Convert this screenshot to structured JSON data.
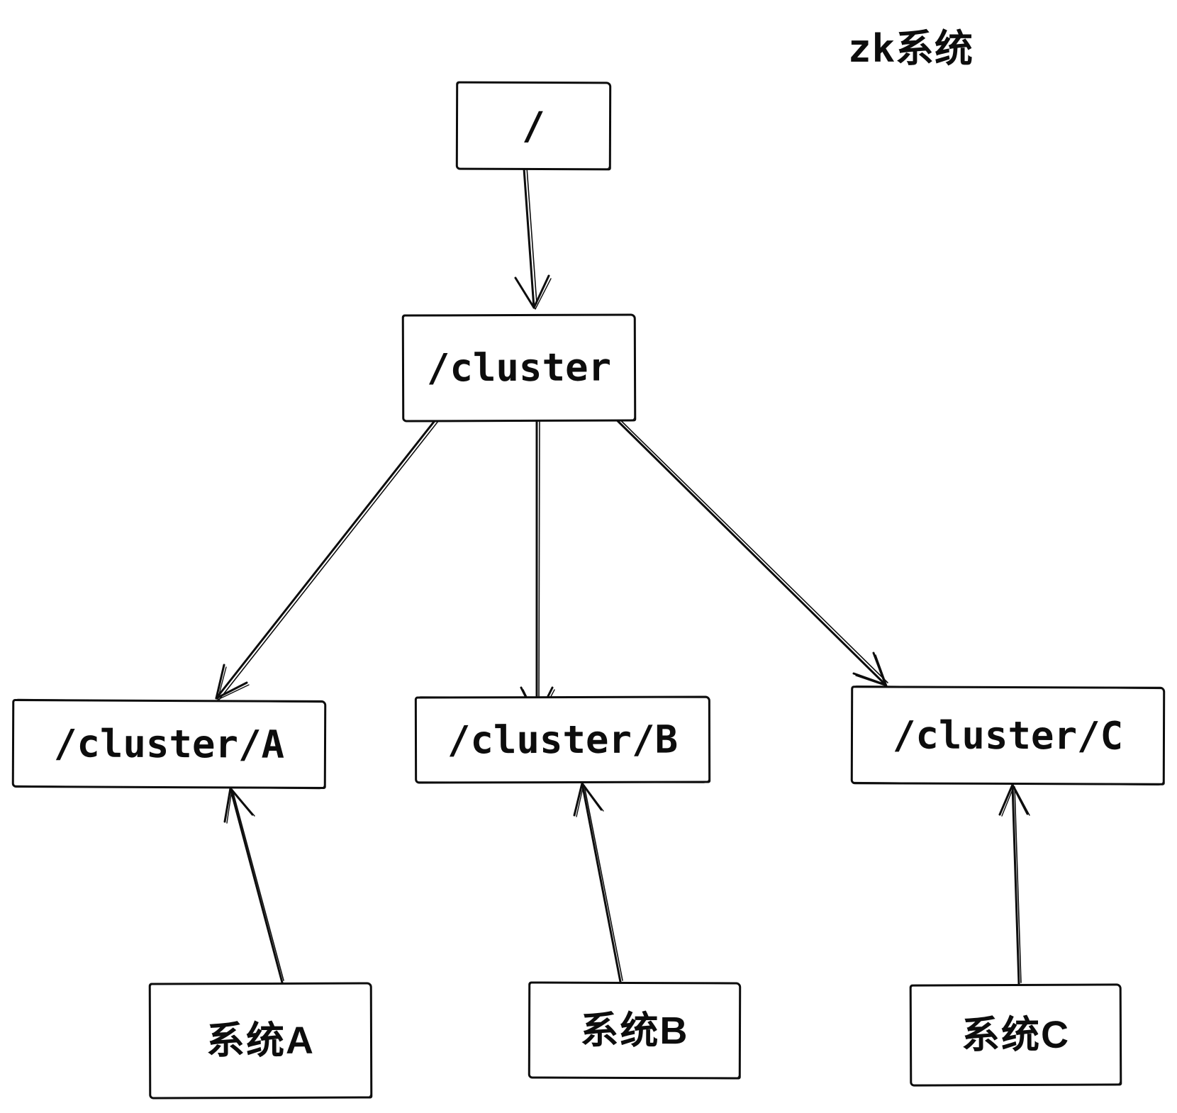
{
  "title": "zk系统",
  "diagram": {
    "colors": {
      "ink": "#0d0d0d",
      "background": "#ffffff"
    },
    "nodes": [
      {
        "id": "root",
        "label": "/"
      },
      {
        "id": "cluster",
        "label": "/cluster"
      },
      {
        "id": "cluster-a",
        "label": "/cluster/A"
      },
      {
        "id": "cluster-b",
        "label": "/cluster/B"
      },
      {
        "id": "cluster-c",
        "label": "/cluster/C"
      },
      {
        "id": "system-a",
        "label": "系统A"
      },
      {
        "id": "system-b",
        "label": "系统B"
      },
      {
        "id": "system-c",
        "label": "系统C"
      }
    ],
    "edges": [
      {
        "from": "root",
        "to": "cluster"
      },
      {
        "from": "cluster",
        "to": "cluster-a"
      },
      {
        "from": "cluster",
        "to": "cluster-b"
      },
      {
        "from": "cluster",
        "to": "cluster-c"
      },
      {
        "from": "system-a",
        "to": "cluster-a"
      },
      {
        "from": "system-b",
        "to": "cluster-b"
      },
      {
        "from": "system-c",
        "to": "cluster-c"
      }
    ]
  }
}
